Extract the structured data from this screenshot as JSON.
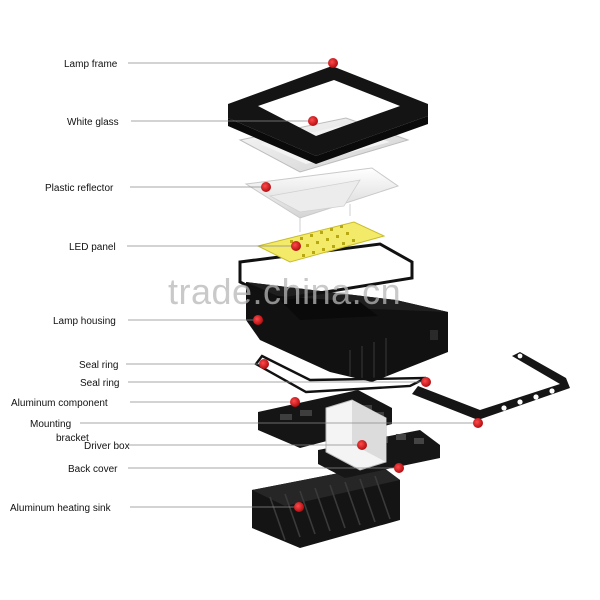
{
  "diagram": {
    "labels": [
      {
        "id": "lamp-frame",
        "text": "Lamp frame"
      },
      {
        "id": "white-glass",
        "text": "White glass"
      },
      {
        "id": "plastic-reflector",
        "text": "Plastic reflector"
      },
      {
        "id": "led-panel",
        "text": "LED panel"
      },
      {
        "id": "lamp-housing",
        "text": "Lamp housing"
      },
      {
        "id": "seal-ring-1",
        "text": "Seal ring"
      },
      {
        "id": "seal-ring-2",
        "text": "Seal ring"
      },
      {
        "id": "aluminum-component",
        "text": "Aluminum component"
      },
      {
        "id": "mounting-bracket-line1",
        "text": "Mounting"
      },
      {
        "id": "mounting-bracket-line2",
        "text": "bracket"
      },
      {
        "id": "driver-box",
        "text": "Driver box"
      },
      {
        "id": "back-cover",
        "text": "Back cover"
      },
      {
        "id": "aluminum-heating-sink",
        "text": "Aluminum heating sink"
      }
    ],
    "watermark": "trade.china.cn",
    "colors": {
      "marker": "#d81418",
      "part_dark": "#141414",
      "glass": "#e6e6e6",
      "led_panel": "#f3ea6a",
      "leader": "#8a8a8a"
    }
  }
}
